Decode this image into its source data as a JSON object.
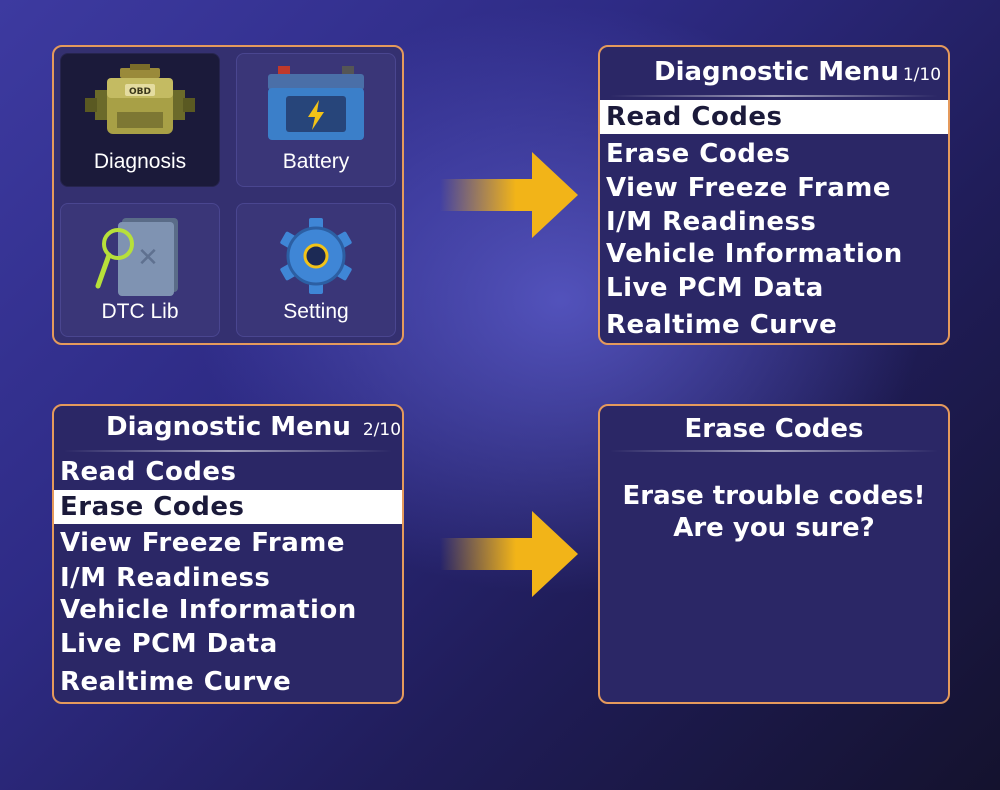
{
  "main_menu": {
    "tiles": [
      {
        "label": "Diagnosis",
        "icon": "engine-obd-icon",
        "selected": true
      },
      {
        "label": "Battery",
        "icon": "battery-icon",
        "selected": false
      },
      {
        "label": "DTC Lib",
        "icon": "dtc-book-icon",
        "selected": false
      },
      {
        "label": "Setting",
        "icon": "gear-icon",
        "selected": false
      }
    ],
    "obd_text": "OBD"
  },
  "diag_menu_1": {
    "title": "Diagnostic Menu",
    "page": "1/10",
    "selected_index": 0,
    "items": [
      "Read Codes",
      "Erase Codes",
      "View Freeze Frame",
      "I/M Readiness",
      "Vehicle Information",
      "Live PCM Data",
      "Realtime Curve"
    ]
  },
  "diag_menu_2": {
    "title": "Diagnostic Menu",
    "page": "2/10",
    "selected_index": 1,
    "items": [
      "Read Codes",
      "Erase Codes",
      "View Freeze Frame",
      "I/M Readiness",
      "Vehicle Information",
      "Live PCM Data",
      "Realtime Curve"
    ]
  },
  "erase_screen": {
    "title": "Erase Codes",
    "line1": "Erase trouble codes!",
    "line2": "Are you sure?"
  },
  "colors": {
    "panel_border": "#e59a5c",
    "arrow": "#f2b418",
    "panel_bg": "#2b2766"
  }
}
